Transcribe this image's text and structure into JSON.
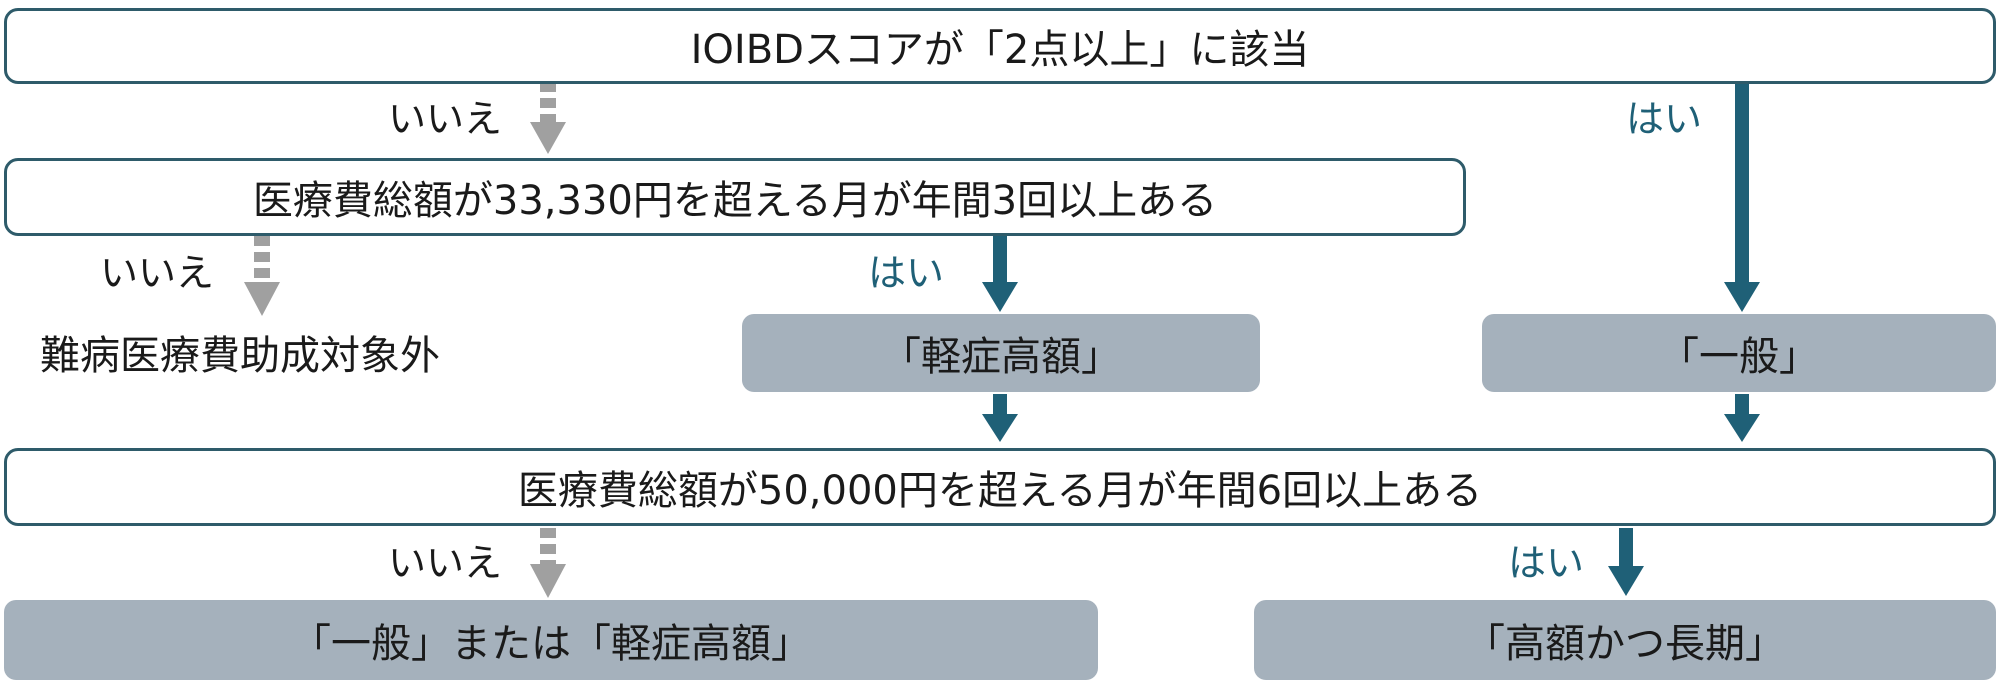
{
  "questions": {
    "q1": "IOIBDスコアが「2点以上」に該当",
    "q2": "医療費総額が33,330円を超える月が年間3回以上ある",
    "q3": "医療費総額が50,000円を超える月が年間6回以上ある"
  },
  "results": {
    "keisho_mid": "「軽症高額」",
    "ippan_mid": "「一般」",
    "ippan_or_keisho": "「一般」または「軽症高額」",
    "kogaku_choki": "「高額かつ長期」"
  },
  "outside": "難病医療費助成対象外",
  "labels": {
    "yes": "はい",
    "no": "いいえ"
  },
  "colors": {
    "yes_arrow": "#1f6077",
    "no_arrow": "#a0a0a0",
    "box_border": "#2e5b6a",
    "result_fill": "#a5b1bc"
  }
}
